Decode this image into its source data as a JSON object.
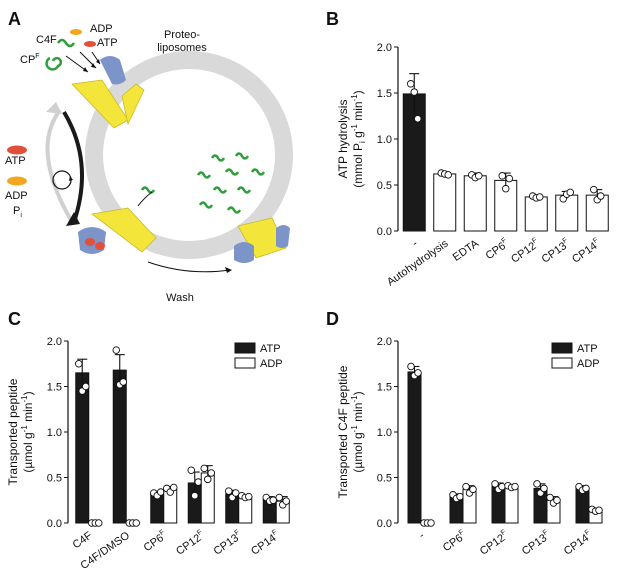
{
  "panels": {
    "a": {
      "letter": "A",
      "labels": {
        "c4f": "C4F",
        "adp": "ADP",
        "atp": "ATP",
        "cp": "CP",
        "cp_sup": "F",
        "proteo1": "Proteo-",
        "proteo2": "liposomes",
        "cycle_atp": "ATP",
        "cycle_adp": "ADP",
        "cycle_pi": "P",
        "cycle_pi_sub": "i",
        "wash": "Wash"
      },
      "colors": {
        "peptide": "#2e9e3a",
        "atp": "#e0503a",
        "adp": "#f0a81e",
        "tmd": "#f3e53a",
        "nbd": "#7d94c8",
        "membrane": "#d9d9d9"
      }
    },
    "b": {
      "letter": "B"
    },
    "c": {
      "letter": "C"
    },
    "d": {
      "letter": "D"
    }
  },
  "chart_data": [
    {
      "id": "B",
      "type": "bar",
      "categories": [
        "-",
        "Autohydrolysis",
        "EDTA",
        "CP6F",
        "CP12F",
        "CP13F",
        "CP14F"
      ],
      "category_labels": [
        {
          "base": "-",
          "sup": ""
        },
        {
          "base": "Autohydrolysis",
          "sup": ""
        },
        {
          "base": "EDTA",
          "sup": ""
        },
        {
          "base": "CP6",
          "sup": "F"
        },
        {
          "base": "CP12",
          "sup": "F"
        },
        {
          "base": "CP13",
          "sup": "F"
        },
        {
          "base": "CP14",
          "sup": "F"
        }
      ],
      "series": [
        {
          "values": [
            1.49,
            0.62,
            0.6,
            0.55,
            0.37,
            0.39,
            0.39
          ],
          "errors": [
            0.22,
            0.02,
            0.03,
            0.08,
            0.02,
            0.04,
            0.06
          ],
          "points": [
            [
              1.6,
              1.51,
              1.22
            ],
            [
              0.63,
              0.62,
              0.61
            ],
            [
              0.61,
              0.58,
              0.6
            ],
            [
              0.6,
              0.46,
              0.57
            ],
            [
              0.38,
              0.36,
              0.37
            ],
            [
              0.35,
              0.4,
              0.42
            ],
            [
              0.45,
              0.34,
              0.38
            ]
          ],
          "fills": [
            "#1a1a1a",
            "#ffffff",
            "#ffffff",
            "#ffffff",
            "#ffffff",
            "#ffffff",
            "#ffffff"
          ]
        }
      ],
      "ylabel_line1": "ATP hydrolysis",
      "ylabel_line2_parts": [
        "(mmol P",
        "i",
        " g",
        "-1",
        " min",
        "-1",
        ")"
      ],
      "ylim": [
        0,
        2.0
      ],
      "yticks": [
        "0.0",
        "0.5",
        "1.0",
        "1.5",
        "2.0"
      ],
      "ytick_values": [
        0,
        0.5,
        1.0,
        1.5,
        2.0
      ]
    },
    {
      "id": "C",
      "type": "bar",
      "categories": [
        "C4F",
        "C4F/DMSO",
        "CP6F",
        "CP12F",
        "CP13F",
        "CP14F"
      ],
      "category_labels": [
        {
          "base": "C4F",
          "sup": ""
        },
        {
          "base": "C4F/DMSO",
          "sup": ""
        },
        {
          "base": "CP6",
          "sup": "F"
        },
        {
          "base": "CP12",
          "sup": "F"
        },
        {
          "base": "CP13",
          "sup": "F"
        },
        {
          "base": "CP14",
          "sup": "F"
        }
      ],
      "series": [
        {
          "name": "ATP",
          "color": "#1a1a1a",
          "values": [
            1.65,
            1.68,
            0.32,
            0.44,
            0.32,
            0.26
          ],
          "errors": [
            0.15,
            0.17,
            0.03,
            0.12,
            0.04,
            0.03
          ],
          "points": [
            [
              1.75,
              1.45,
              1.5
            ],
            [
              1.9,
              1.52,
              1.55
            ],
            [
              0.33,
              0.3,
              0.34
            ],
            [
              0.58,
              0.3,
              0.45
            ],
            [
              0.35,
              0.28,
              0.33
            ],
            [
              0.28,
              0.24,
              0.25
            ]
          ]
        },
        {
          "name": "ADP",
          "color": "#ffffff",
          "values": [
            0.0,
            0.0,
            0.37,
            0.55,
            0.29,
            0.24
          ],
          "errors": [
            0.0,
            0.0,
            0.03,
            0.08,
            0.02,
            0.05
          ],
          "points": [
            [
              0.0,
              0.0,
              0.0
            ],
            [
              0.0,
              0.0,
              0.0
            ],
            [
              0.38,
              0.34,
              0.39
            ],
            [
              0.6,
              0.48,
              0.55
            ],
            [
              0.3,
              0.28,
              0.29
            ],
            [
              0.28,
              0.2,
              0.24
            ]
          ]
        }
      ],
      "ylabel_line1": "Transported peptide",
      "ylabel_line2_parts": [
        "(µmol g",
        "-1",
        " min",
        "-1",
        ")"
      ],
      "ylim": [
        0,
        2.0
      ],
      "yticks": [
        "0.0",
        "0.5",
        "1.0",
        "1.5",
        "2.0"
      ],
      "ytick_values": [
        0,
        0.5,
        1.0,
        1.5,
        2.0
      ],
      "legend_position": "top-right"
    },
    {
      "id": "D",
      "type": "bar",
      "categories": [
        "-",
        "CP6F",
        "CP12F",
        "CP13F",
        "CP14F"
      ],
      "category_labels": [
        {
          "base": "-",
          "sup": ""
        },
        {
          "base": "CP6",
          "sup": "F"
        },
        {
          "base": "CP12",
          "sup": "F"
        },
        {
          "base": "CP13",
          "sup": "F"
        },
        {
          "base": "CP14",
          "sup": "F"
        }
      ],
      "series": [
        {
          "name": "ATP",
          "color": "#1a1a1a",
          "values": [
            1.66,
            0.29,
            0.4,
            0.38,
            0.38
          ],
          "errors": [
            0.06,
            0.03,
            0.04,
            0.05,
            0.03
          ],
          "points": [
            [
              1.72,
              1.62,
              1.65
            ],
            [
              0.31,
              0.27,
              0.29
            ],
            [
              0.43,
              0.37,
              0.4
            ],
            [
              0.43,
              0.33,
              0.38
            ],
            [
              0.4,
              0.36,
              0.38
            ]
          ]
        },
        {
          "name": "ADP",
          "color": "#ffffff",
          "values": [
            0.0,
            0.37,
            0.4,
            0.25,
            0.14
          ],
          "errors": [
            0.0,
            0.04,
            0.02,
            0.04,
            0.02
          ],
          "points": [
            [
              0.0,
              0.0,
              0.0
            ],
            [
              0.4,
              0.33,
              0.37
            ],
            [
              0.41,
              0.39,
              0.4
            ],
            [
              0.28,
              0.22,
              0.25
            ],
            [
              0.15,
              0.13,
              0.14
            ]
          ]
        }
      ],
      "ylabel_line1": "Transported C4F peptide",
      "ylabel_line2_parts": [
        "(µmol g",
        "-1",
        " min",
        "-1",
        ")"
      ],
      "ylim": [
        0,
        2.0
      ],
      "yticks": [
        "0.0",
        "0.5",
        "1.0",
        "1.5",
        "2.0"
      ],
      "ytick_values": [
        0,
        0.5,
        1.0,
        1.5,
        2.0
      ],
      "legend_position": "top-right"
    }
  ]
}
